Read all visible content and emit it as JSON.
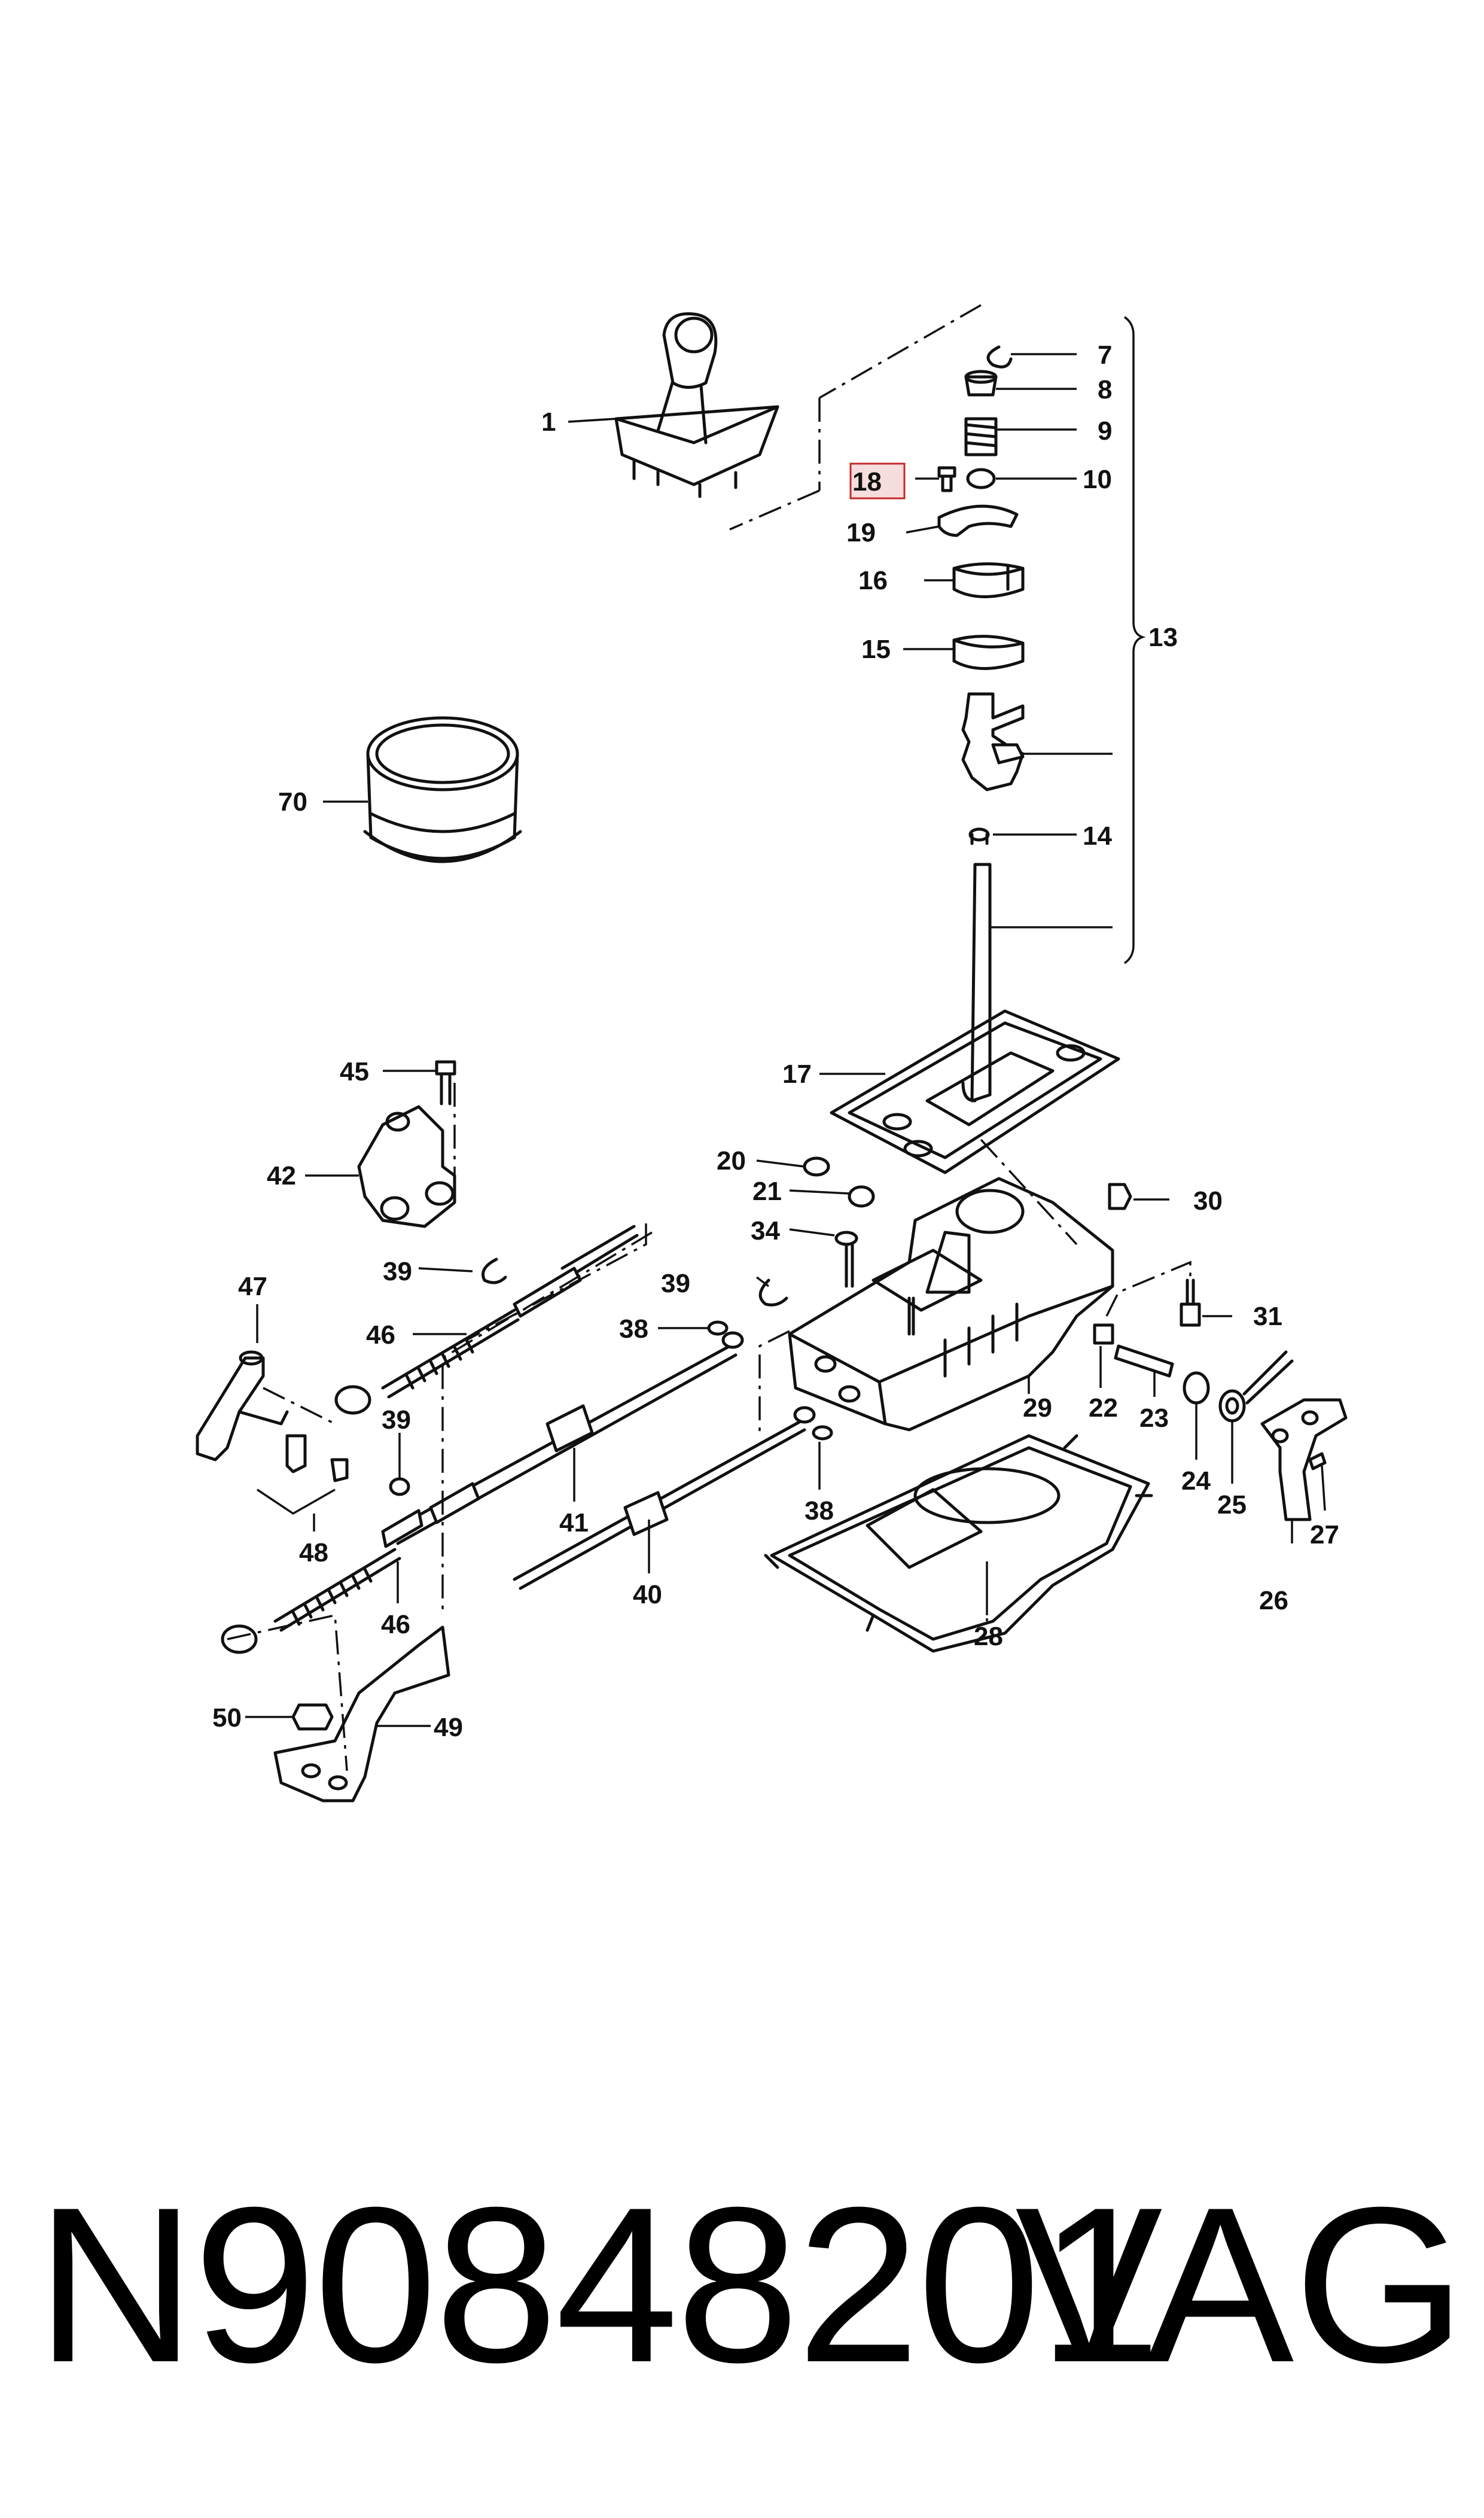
{
  "diagram": {
    "labels": {
      "p1": "1",
      "p7": "7",
      "p8": "8",
      "p9": "9",
      "p10": "10",
      "p13": "13",
      "p14": "14",
      "p15": "15",
      "p16": "16",
      "p17": "17",
      "p18": "18",
      "p19": "19",
      "p20": "20",
      "p21": "21",
      "p22": "22",
      "p23": "23",
      "p24": "24",
      "p25": "25",
      "p26": "26",
      "p27": "27",
      "p28": "28",
      "p29": "29",
      "p30": "30",
      "p31": "31",
      "p34": "34",
      "p38a": "38",
      "p38b": "38",
      "p39a": "39",
      "p39b": "39",
      "p39c": "39",
      "p40": "40",
      "p41": "41",
      "p42": "42",
      "p45": "45",
      "p46a": "46",
      "p46b": "46",
      "p47": "47",
      "p48": "48",
      "p49": "49",
      "p50": "50",
      "p70": "70"
    },
    "highlighted_part": "18",
    "highlight_color": "#c62828"
  },
  "footer": {
    "part_number": "N90848201",
    "brand": "VAG"
  }
}
